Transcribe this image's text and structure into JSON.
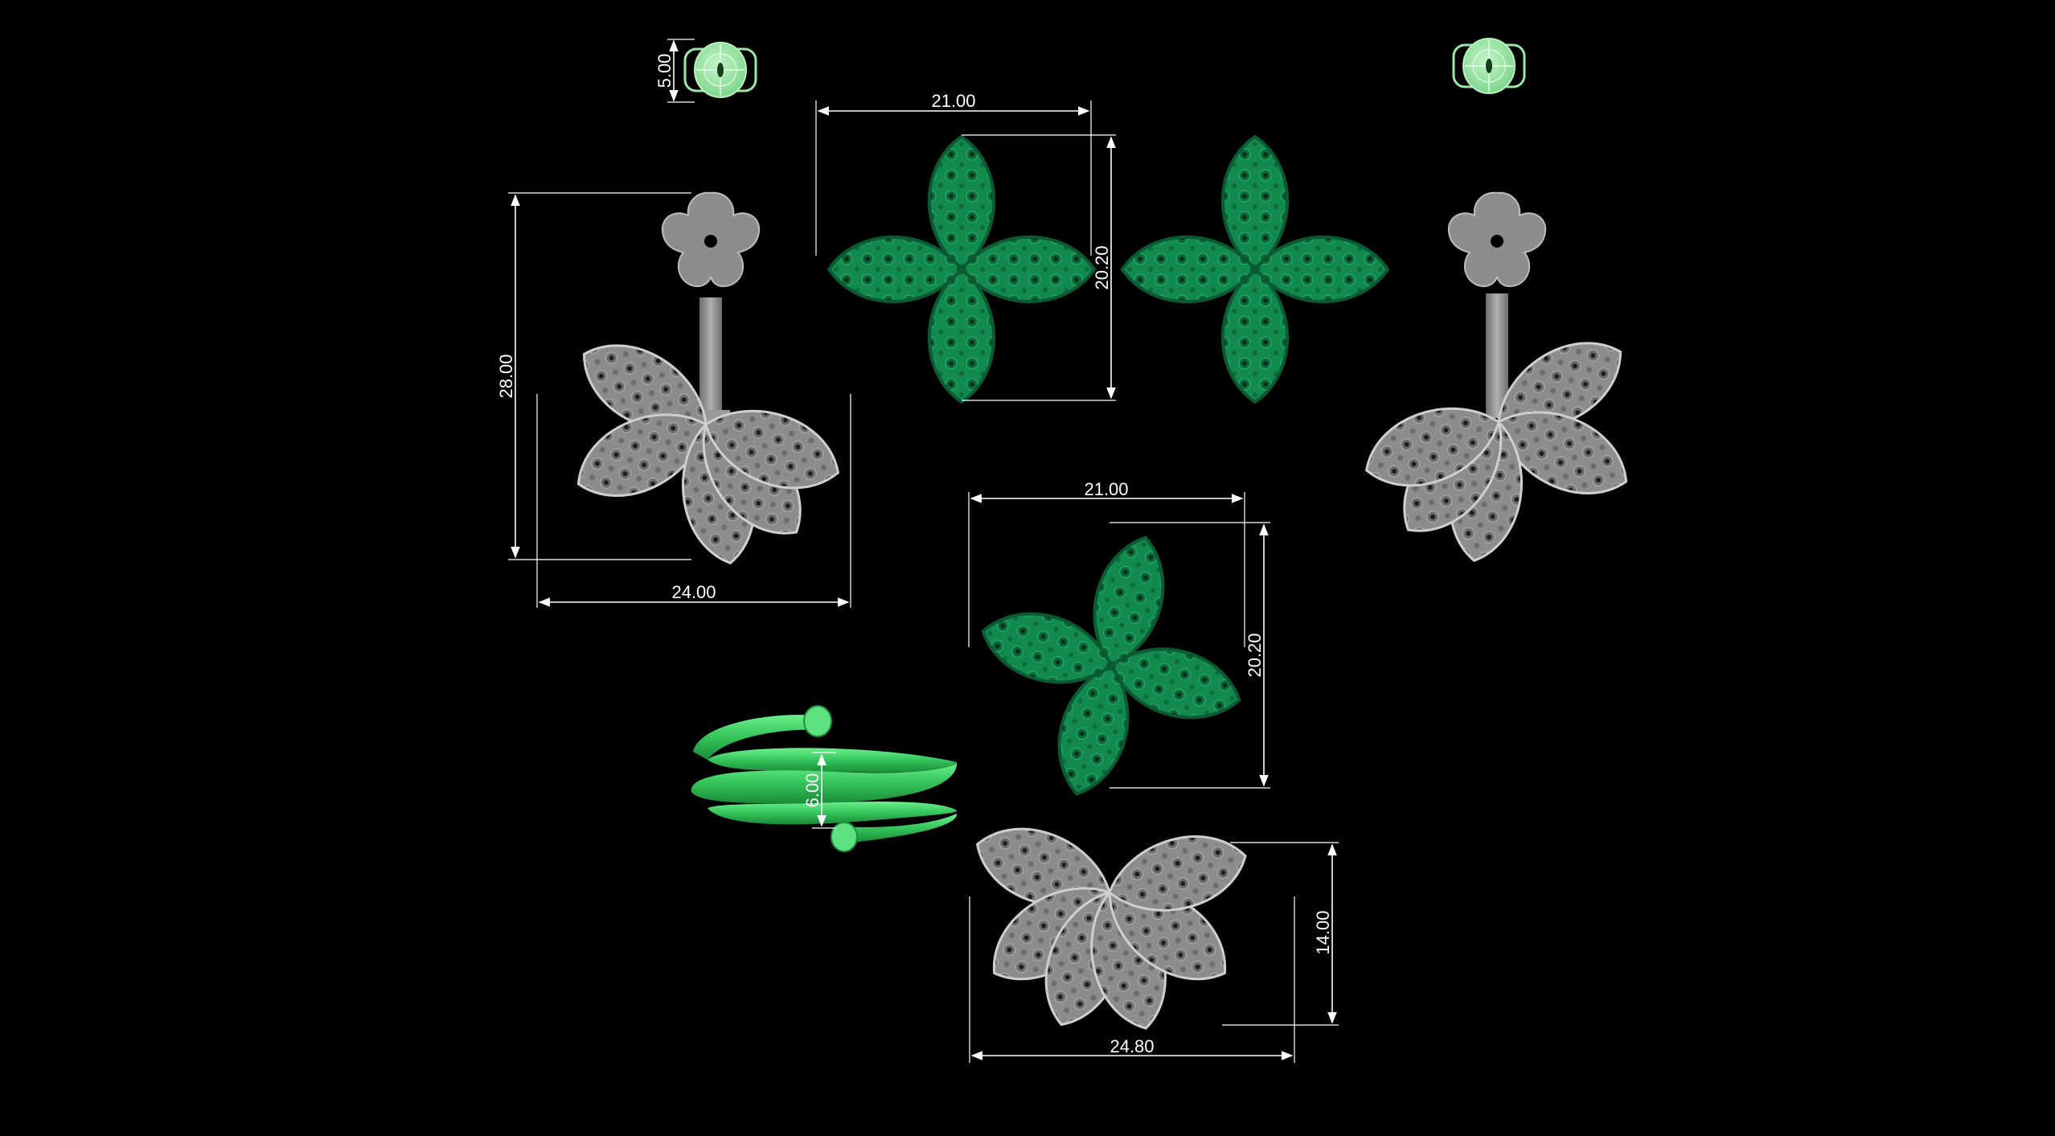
{
  "background_color": "#000000",
  "colors": {
    "green_petal": "#138a4f",
    "green_petal_edge": "#0a5a32",
    "green_ring": "#3fcf6a",
    "green_backing": "#8fe39a",
    "silver": "#8a8a8a",
    "silver_edge": "#c9c9c9",
    "dimension_line": "#ffffff"
  },
  "dimensions": {
    "backing_height": "5.00",
    "flower_top_width": "21.00",
    "flower_top_height": "20.20",
    "earring_height": "28.00",
    "earring_width": "24.00",
    "flower_mid_width": "21.00",
    "flower_mid_height": "20.20",
    "ring_height": "6.00",
    "pendant_height": "14.00",
    "pendant_width": "24.80"
  },
  "objects": [
    "earring-back-left",
    "earring-back-right",
    "green-flower-top-left",
    "green-flower-top-right",
    "silver-earring-left",
    "silver-earring-right",
    "green-flower-center",
    "green-spiral-ring",
    "silver-leaf-pendant"
  ]
}
